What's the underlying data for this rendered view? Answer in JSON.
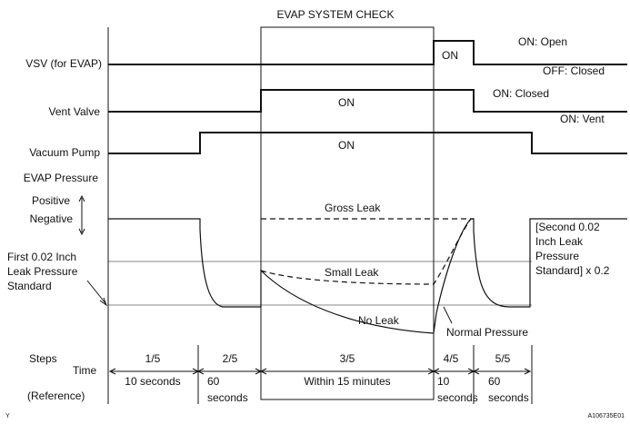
{
  "title": "EVAP SYSTEM CHECK",
  "rows": {
    "vsv": "VSV (for EVAP)",
    "vent_valve": "Vent Valve",
    "vacuum_pump": "Vacuum Pump",
    "evap_pressure": "EVAP Pressure",
    "positive": "Positive",
    "negative": "Negative",
    "first_standard": [
      "First 0.02 Inch",
      "Leak Pressure",
      "Standard"
    ],
    "steps": "Steps",
    "time": "Time",
    "reference": "(Reference)"
  },
  "state_labels": {
    "vsv_open": "ON: Open",
    "vsv_closed": "OFF: Closed",
    "vent_closed": "ON: Closed",
    "vent_vent": "ON: Vent",
    "on": "ON"
  },
  "curve_labels": {
    "gross_leak": "Gross Leak",
    "small_leak": "Small Leak",
    "no_leak": "No Leak",
    "normal_pressure": "Normal Pressure",
    "second_standard": [
      "[Second 0.02",
      "Inch Leak",
      "Pressure",
      "Standard] x 0.2"
    ]
  },
  "steps": [
    "1/5",
    "2/5",
    "3/5",
    "4/5",
    "5/5"
  ],
  "times": {
    "s1": "10 seconds",
    "s2": [
      "60",
      "seconds"
    ],
    "s3": "Within 15 minutes",
    "s4": [
      "10",
      "seconds"
    ],
    "s5": [
      "60",
      "seconds"
    ]
  },
  "corner_left": "Y",
  "corner_right": "A106735E01"
}
